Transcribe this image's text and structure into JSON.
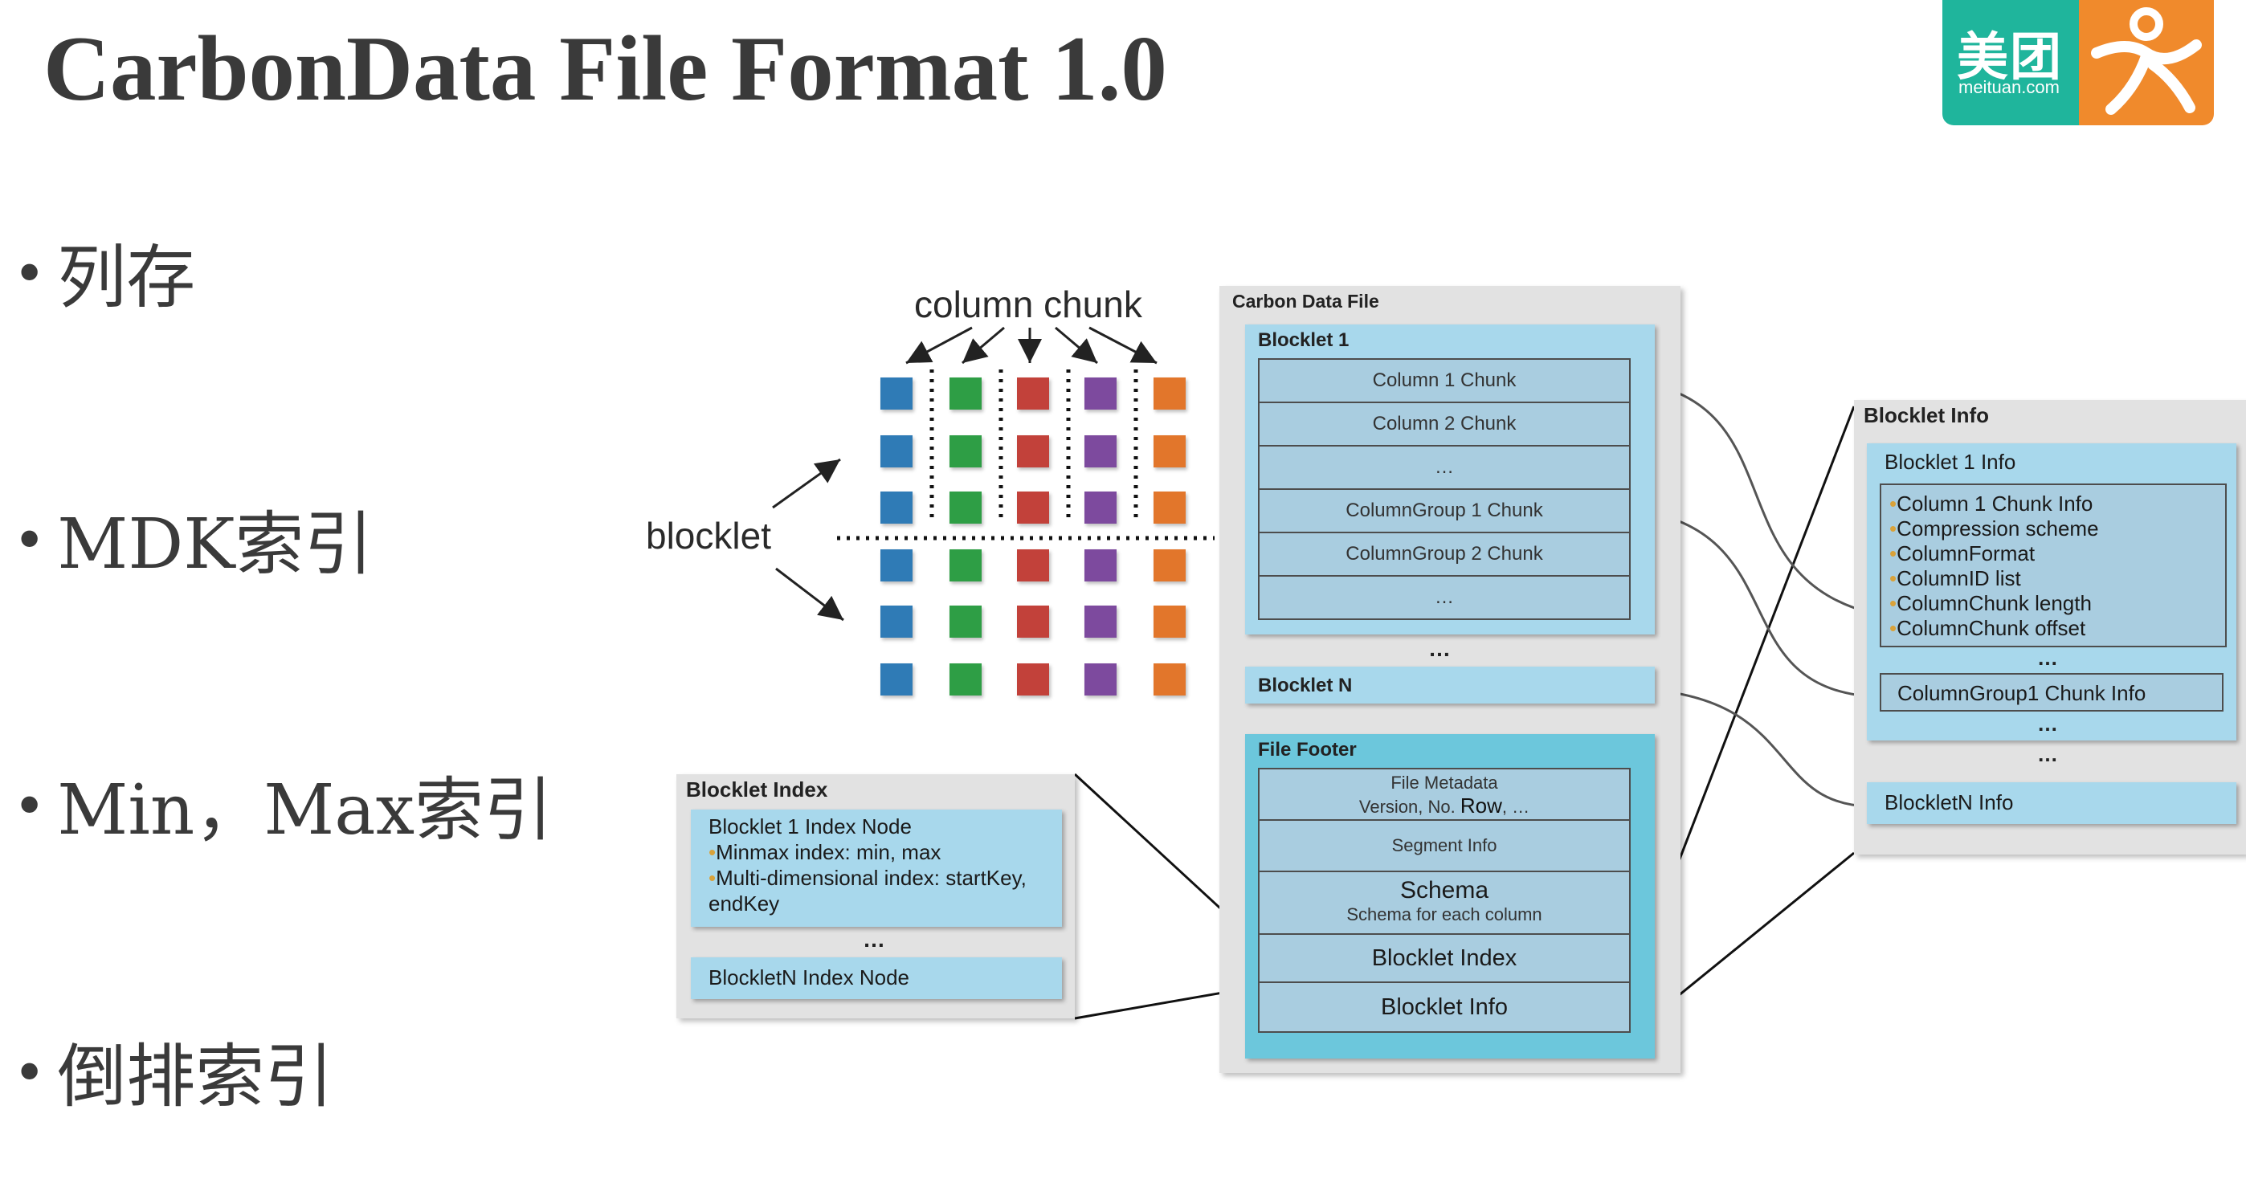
{
  "title": "CarbonData File Format 1.0",
  "logo": {
    "cn": "美团",
    "en": "meituan.com"
  },
  "bullets": [
    "列存",
    "MDK索引",
    "Min，Max索引",
    "倒排索引"
  ],
  "bullet_symbol": "•",
  "diagram": {
    "column_chunk_label": "column chunk",
    "blocklet_label": "blocklet",
    "square_colors": [
      "#2f7bb6",
      "#2e9e45",
      "#c2413a",
      "#7d4a9e",
      "#e2762b"
    ],
    "carbon_data_file": {
      "title": "Carbon Data File",
      "blocklet1_title": "Blocklet 1",
      "blocklet1_rows": [
        "Column 1 Chunk",
        "Column 2 Chunk",
        "…",
        "ColumnGroup 1 Chunk",
        "ColumnGroup 2 Chunk",
        "…"
      ],
      "ellipsis": "…",
      "blockletN": "Blocklet N",
      "file_footer_title": "File Footer",
      "footer_file_metadata_line1": "File Metadata",
      "footer_file_metadata_line2a": "Version, No. ",
      "footer_file_metadata_line2b": "Row",
      "footer_file_metadata_line2c": ", …",
      "footer_segment_info": "Segment Info",
      "footer_schema": "Schema",
      "footer_schema_sub": "Schema for each column",
      "footer_blocklet_index": "Blocklet Index",
      "footer_blocklet_info": "Blocklet Info"
    },
    "blocklet_index": {
      "title": "Blocklet Index",
      "node1_title": "Blocklet 1 Index Node",
      "node1_items": [
        "Minmax index: min, max",
        "Multi-dimensional index: startKey,"
      ],
      "node1_tail": "endKey",
      "ellipsis": "…",
      "nodeN": "BlockletN Index Node"
    },
    "blocklet_info": {
      "title": "Blocklet Info",
      "info1_title": "Blocklet 1 Info",
      "info1_items": [
        "Column 1 Chunk Info",
        "Compression scheme",
        "ColumnFormat",
        "ColumnID list",
        "ColumnChunk length",
        "ColumnChunk offset"
      ],
      "ellipsis": "…",
      "columngroup_info": "ColumnGroup1 Chunk Info",
      "infoN": "BlockletN Info"
    }
  }
}
